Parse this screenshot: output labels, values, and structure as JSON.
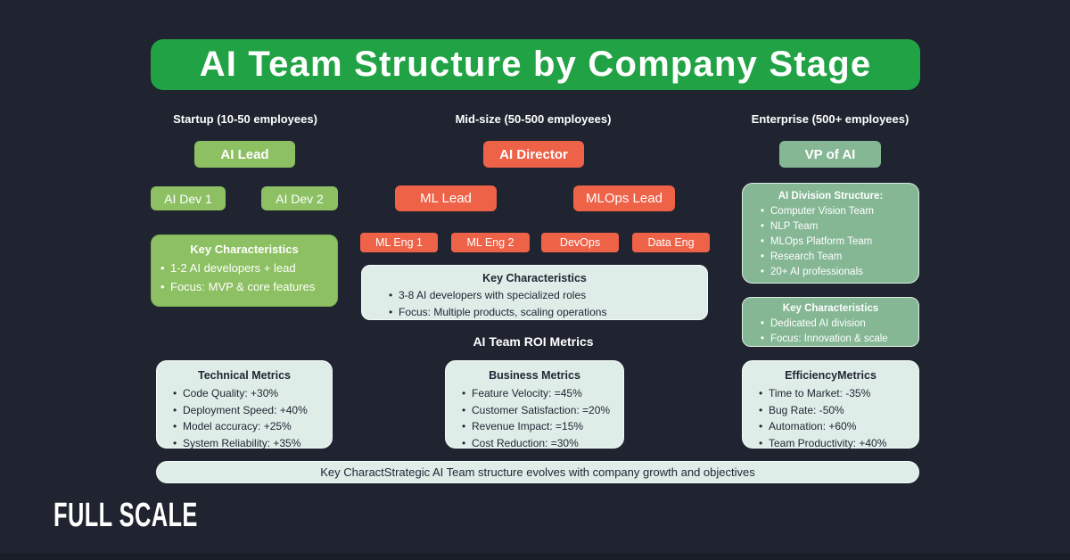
{
  "title": "AI Team Structure by Company Stage",
  "columns": {
    "startup": {
      "header": "Startup (10-50 employees)",
      "lead": "AI Lead",
      "devs": [
        "AI Dev 1",
        "AI Dev 2"
      ],
      "characteristics": {
        "title": "Key Characteristics",
        "bullets": [
          "1-2 AI developers + lead",
          "Focus: MVP & core features"
        ]
      }
    },
    "midsize": {
      "header": "Mid-size (50-500 employees)",
      "director": "AI Director",
      "leads": [
        "ML Lead",
        "MLOps Lead"
      ],
      "engineers": [
        "ML Eng 1",
        "ML Eng 2",
        "DevOps",
        "Data Eng"
      ],
      "characteristics": {
        "title": "Key Characteristics",
        "bullets": [
          "3-8 AI developers with specialized roles",
          "Focus: Multiple products, scaling operations"
        ]
      }
    },
    "enterprise": {
      "header": "Enterprise (500+ employees)",
      "vp": "VP of AI",
      "division": {
        "title": "AI Division Structure:",
        "bullets": [
          "Computer Vision Team",
          "NLP Team",
          "MLOps Platform Team",
          "Research Team",
          "20+ AI professionals"
        ]
      },
      "characteristics": {
        "title": "Key Characteristics",
        "bullets": [
          "Dedicated AI division",
          "Focus: Innovation & scale"
        ]
      }
    }
  },
  "roi": {
    "heading": "AI Team ROI Metrics",
    "technical": {
      "title": "Technical Metrics",
      "bullets": [
        "Code Quality: +30%",
        "Deployment Speed: +40%",
        "Model accuracy: +25%",
        "System Reliability: +35%"
      ]
    },
    "business": {
      "title": "Business Metrics",
      "bullets": [
        "Feature Velocity: =45%",
        "Customer Satisfaction: =20%",
        "Revenue Impact: =15%",
        "Cost Reduction: =30%"
      ]
    },
    "efficiency": {
      "title": "EfficiencyMetrics",
      "bullets": [
        "Time to Market: -35%",
        "Bug Rate: -50%",
        "Automation: +60%",
        "Team Productivity: +40%"
      ]
    }
  },
  "footer": {
    "note": "Key CharactStrategic AI Team structure evolves with company growth and objectives",
    "logo": "FULL SCALE"
  },
  "colors": {
    "background": "#1f2430",
    "title_green": "#21a345",
    "light_green": "#8dc063",
    "orange": "#ee6248",
    "sage_green": "#85b795",
    "mint": "#dfede8",
    "dark_text": "#202634"
  }
}
